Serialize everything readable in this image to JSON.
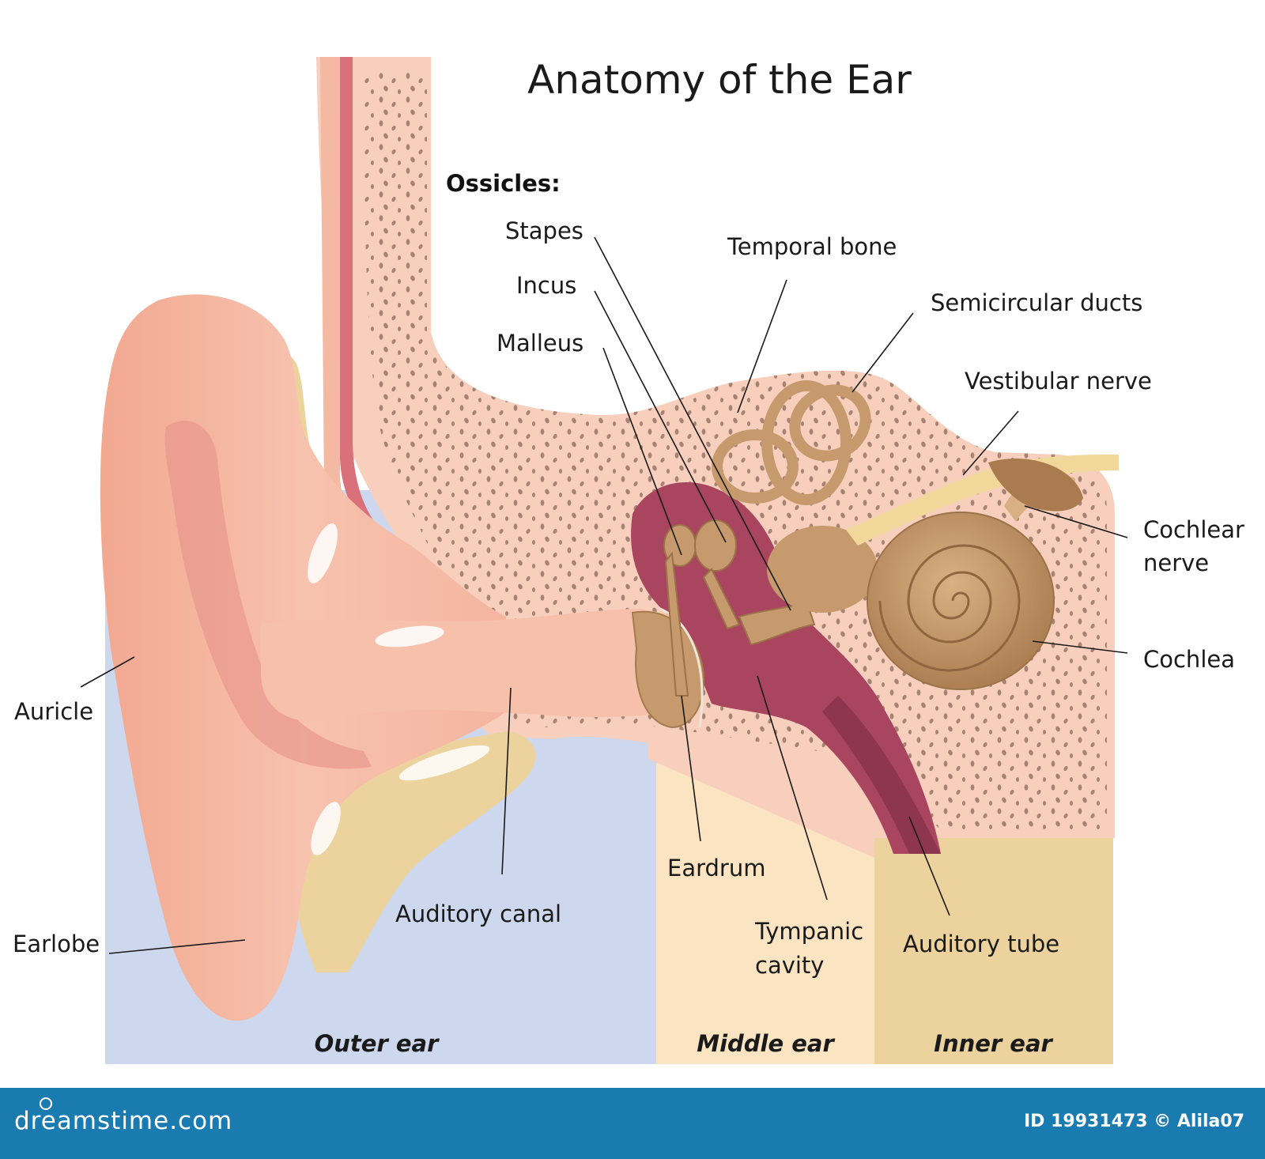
{
  "title": "Anatomy of the Ear",
  "ossicles_heading": "Ossicles:",
  "labels": {
    "stapes": "Stapes",
    "incus": "Incus",
    "malleus": "Malleus",
    "temporal_bone": "Temporal bone",
    "semicircular_ducts": "Semicircular ducts",
    "vestibular_nerve": "Vestibular nerve",
    "cochlear_nerve_line1": "Cochlear",
    "cochlear_nerve_line2": "nerve",
    "cochlea": "Cochlea",
    "auricle": "Auricle",
    "earlobe": "Earlobe",
    "auditory_canal": "Auditory canal",
    "eardrum": "Eardrum",
    "tympanic_cavity_line1": "Tympanic",
    "tympanic_cavity_line2": "cavity",
    "auditory_tube": "Auditory tube"
  },
  "regions": {
    "outer": "Outer ear",
    "middle": "Middle ear",
    "inner": "Inner ear"
  },
  "footer": {
    "brand": "dreamstime.com",
    "id_credit": "ID 19931473 © Alila07"
  },
  "colors": {
    "outer_region": "#cdd8ee",
    "middle_region": "#fbe4c2",
    "inner_region": "#ecd29c",
    "skin": "#f4b9a3",
    "cartilage": "#ecd29c",
    "bone": "#f8cfbd",
    "cavity": "#a9455f",
    "ossicle": "#c69a6c",
    "footer": "#1a7bb0"
  }
}
